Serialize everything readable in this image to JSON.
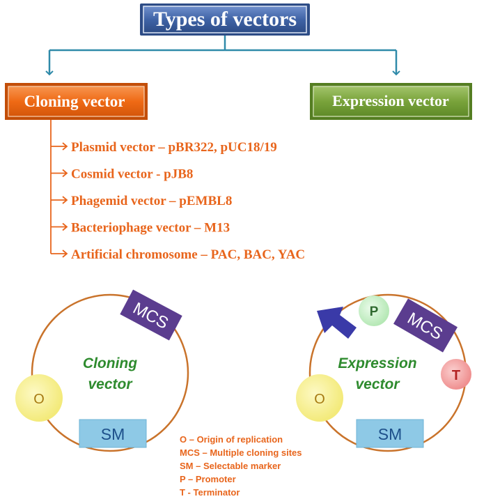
{
  "title": "Types of vectors",
  "branches": {
    "cloning": "Cloning vector",
    "expression": "Expression vector"
  },
  "cloning_list": [
    "Plasmid vector – pBR322, pUC18/19",
    "Cosmid vector - pJB8",
    "Phagemid vector – pEMBL8",
    "Bacteriophage vector – M13",
    "Artificial chromosome – PAC, BAC, YAC"
  ],
  "cloning_diagram": {
    "label_line1": "Cloning",
    "label_line2": "vector",
    "origin": "O",
    "mcs": "MCS",
    "marker": "SM"
  },
  "expression_diagram": {
    "label_line1": "Expression",
    "label_line2": "vector",
    "origin": "O",
    "mcs": "MCS",
    "marker": "SM",
    "promoter": "P",
    "terminator": "T"
  },
  "legend": [
    "O – Origin of replication",
    "MCS – Multiple cloning sites",
    "SM – Selectable marker",
    "P – Promoter",
    "T - Terminator"
  ],
  "colors": {
    "title_box": "#3f63a6",
    "cloning_box": "#ef6a15",
    "expression_box": "#79a33b",
    "connector": "#2f8aa9",
    "list_text": "#e8651c",
    "ring": "#c9732b",
    "mcs_box": "#5b3d8f",
    "sm_box": "#8ec9e6",
    "origin_circle": "#f7f199",
    "promoter_circle": "#c8f0c8",
    "terminator_circle": "#f4a3a3",
    "promoter_arrow": "#3a3aa8",
    "vector_label": "#2e8b2e"
  }
}
